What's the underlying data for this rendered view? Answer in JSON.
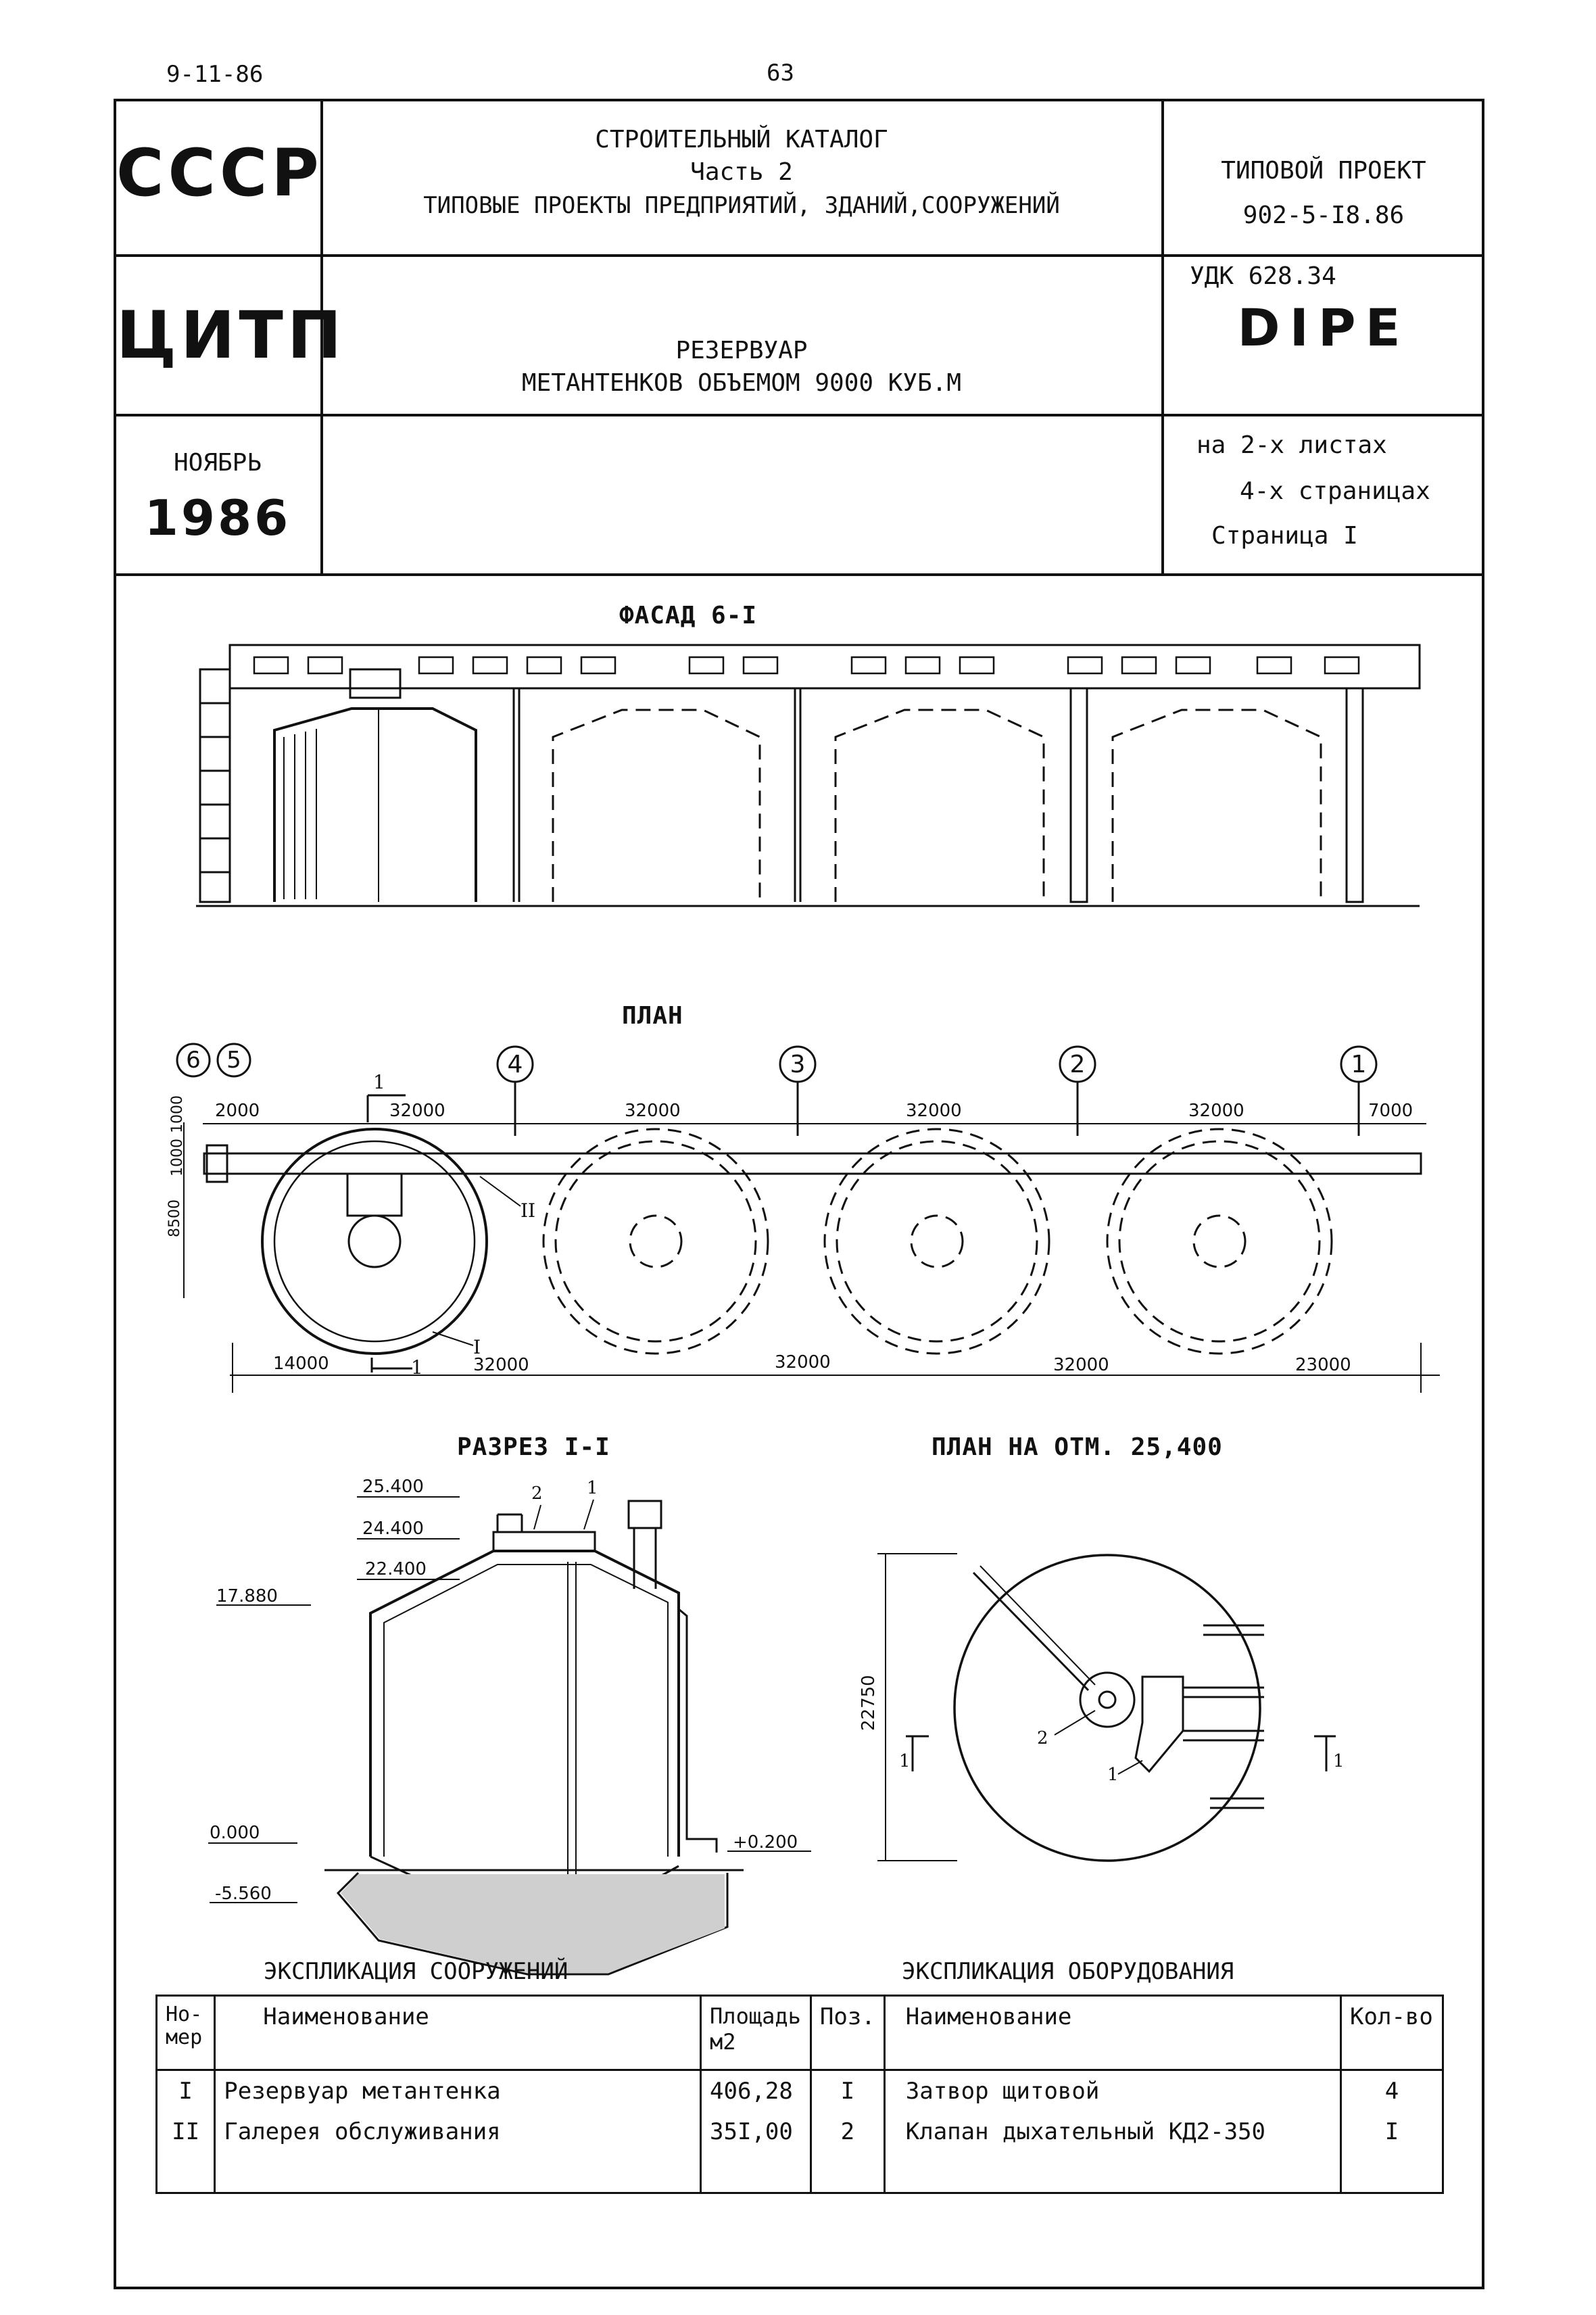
{
  "header": {
    "doc_code": "9-11-86",
    "page_number": "63"
  },
  "title_block": {
    "org1": "СССР",
    "org2": "ЦИТП",
    "month": "НОЯБРЬ",
    "year": "1986",
    "catalog_line1": "СТРОИТЕЛЬНЫЙ КАТАЛОГ",
    "catalog_line2": "Часть 2",
    "catalog_line3": "ТИПОВЫЕ ПРОЕКТЫ ПРЕДПРИЯТИЙ, ЗДАНИЙ,СООРУЖЕНИЙ",
    "project_label": "ТИПОВОЙ ПРОЕКТ",
    "project_number": "902-5-I8.86",
    "udk": "УДК 628.34",
    "code": "DIPE",
    "object_line1": "РЕЗЕРВУАР",
    "object_line2": "МЕТАНТЕНКОВ ОБЪЕМОМ  9000 КУБ.М",
    "sheets": "на 2-х листах",
    "pages": "4-х страницах",
    "page": "Страница I"
  },
  "drawings": {
    "facade_title": "ФАСАД 6-I",
    "plan_title": "ПЛАН",
    "section_title": "РАЗРЕЗ I-I",
    "plan_level_title": "ПЛАН НА ОТМ. 25,400",
    "axes": [
      "6",
      "5",
      "4",
      "3",
      "2",
      "1"
    ],
    "plan_dims_top": [
      "2000",
      "32000",
      "32000",
      "32000",
      "32000",
      "7000"
    ],
    "plan_dims_bottom": [
      "14000",
      "32000",
      "32000",
      "32000",
      "23000"
    ],
    "plan_dims_left": [
      "1000",
      "1000",
      "8500"
    ],
    "plan_marks": [
      "I",
      "II",
      "1",
      "1"
    ],
    "section_levels": [
      "25.400",
      "24.400",
      "22.400",
      "17.880",
      "0.000",
      "-5.560",
      "+0.200"
    ],
    "section_marks": [
      "2",
      "1"
    ],
    "plan_level_dim": "22750",
    "plan_level_marks": [
      "2",
      "1",
      "1",
      "1"
    ]
  },
  "structures_table": {
    "title": "ЭКСПЛИКАЦИЯ  СООРУЖЕНИЙ",
    "headers": [
      "Но-мер",
      "Наименование",
      "Площадь м2"
    ],
    "rows": [
      [
        "I",
        "Резервуар метантенка",
        "406,28"
      ],
      [
        "II",
        "Галерея обслуживания",
        "35I,00"
      ]
    ]
  },
  "equipment_table": {
    "title": "ЭКСПЛИКАЦИЯ ОБОРУДОВАНИЯ",
    "headers": [
      "Поз.",
      "Наименование",
      "Кол-во"
    ],
    "rows": [
      [
        "I",
        "Затвор щитовой",
        "4"
      ],
      [
        "2",
        "Клапан дыхательный КД2-350",
        "I"
      ]
    ]
  }
}
